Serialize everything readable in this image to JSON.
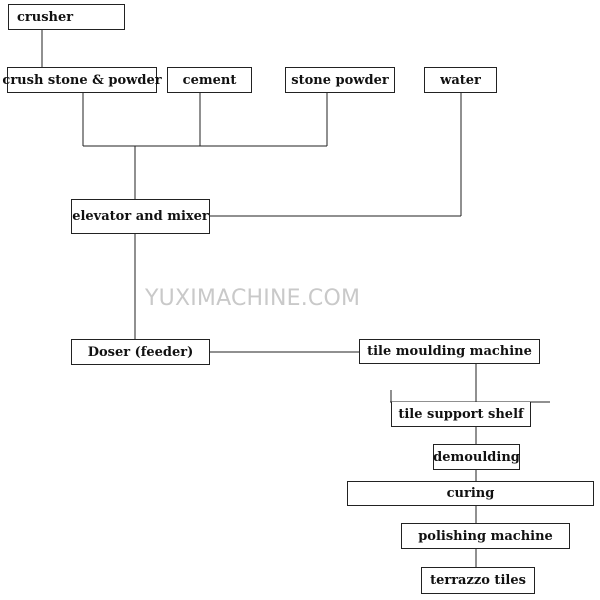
{
  "nodes": {
    "crusher": "crusher",
    "crush_stone_powder": "crush stone & powder",
    "cement": "cement",
    "stone_powder": "stone powder",
    "water": "water",
    "elevator_mixer": "elevator and mixer",
    "doser": "Doser (feeder)",
    "tile_moulding": "tile moulding machine",
    "tile_support_shelf": "tile support shelf",
    "demoulding": "demoulding",
    "curing": "curing",
    "polishing": "polishing machine",
    "terrazzo_tiles": "terrazzo tiles"
  },
  "watermark": "YUXIMACHINE.COM",
  "colors": {
    "line": "#222222",
    "watermark": "#c9c9c9"
  }
}
